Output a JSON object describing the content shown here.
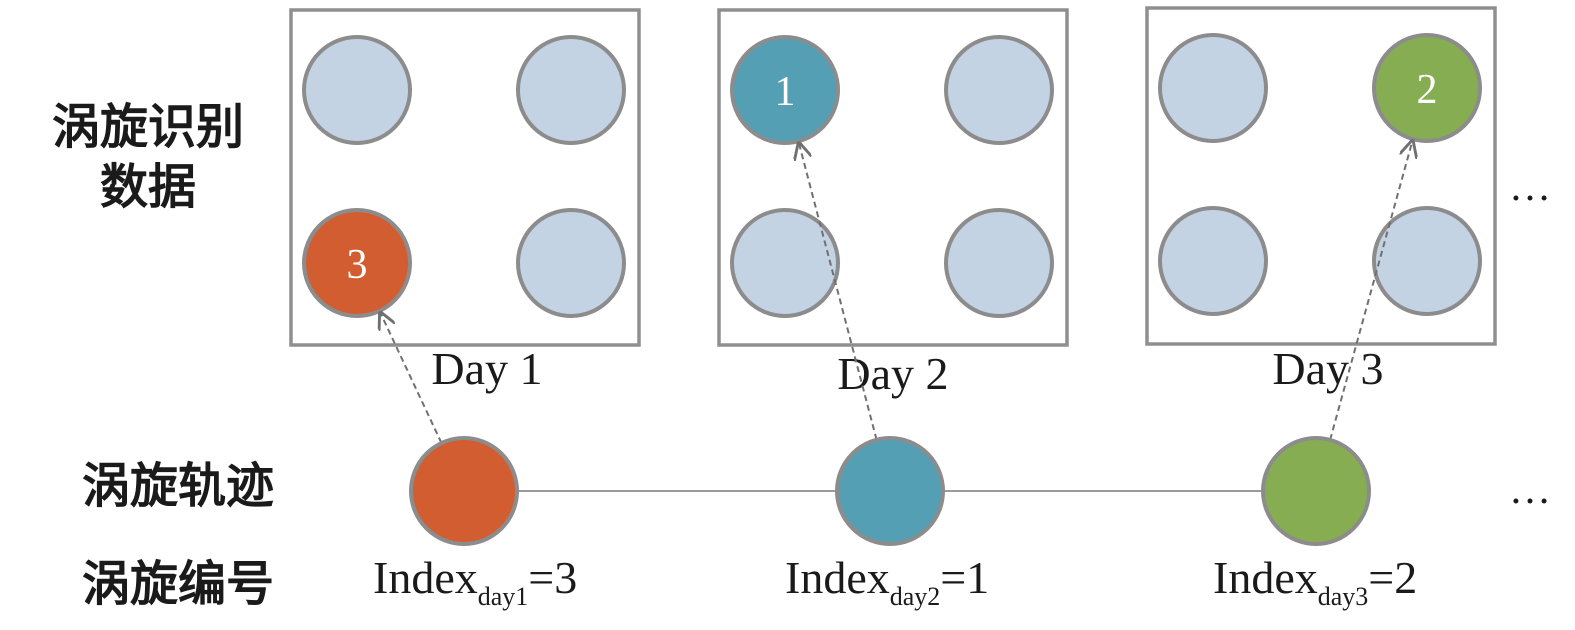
{
  "row_labels": {
    "detection_line1": "涡旋识别",
    "detection_line2": "数据",
    "track": "涡旋轨迹",
    "index": "涡旋编号"
  },
  "colors": {
    "inactive": "#c3d3e4",
    "circle_stroke": "#8c8c8c",
    "box_stroke": "#8f8f8f",
    "link_line": "#9a9a9a",
    "arrow": "#707070"
  },
  "days": [
    {
      "label": "Day 1",
      "color": "#d15d30",
      "selected": 3,
      "circles": [
        {
          "number": ""
        },
        {
          "number": ""
        },
        {
          "number": "3"
        },
        {
          "number": ""
        }
      ],
      "index": {
        "base": "Index",
        "sub": "day1",
        "value": "=3"
      }
    },
    {
      "label": "Day 2",
      "color": "#559fb4",
      "selected": 1,
      "circles": [
        {
          "number": "1"
        },
        {
          "number": ""
        },
        {
          "number": ""
        },
        {
          "number": ""
        }
      ],
      "index": {
        "base": "Index",
        "sub": "day2",
        "value": "=1"
      }
    },
    {
      "label": "Day 3",
      "color": "#86ad52",
      "selected": 2,
      "circles": [
        {
          "number": ""
        },
        {
          "number": "2"
        },
        {
          "number": ""
        },
        {
          "number": ""
        }
      ],
      "index": {
        "base": "Index",
        "sub": "day3",
        "value": "=2"
      }
    }
  ],
  "ellipsis_top": "…",
  "ellipsis_bottom": "…"
}
